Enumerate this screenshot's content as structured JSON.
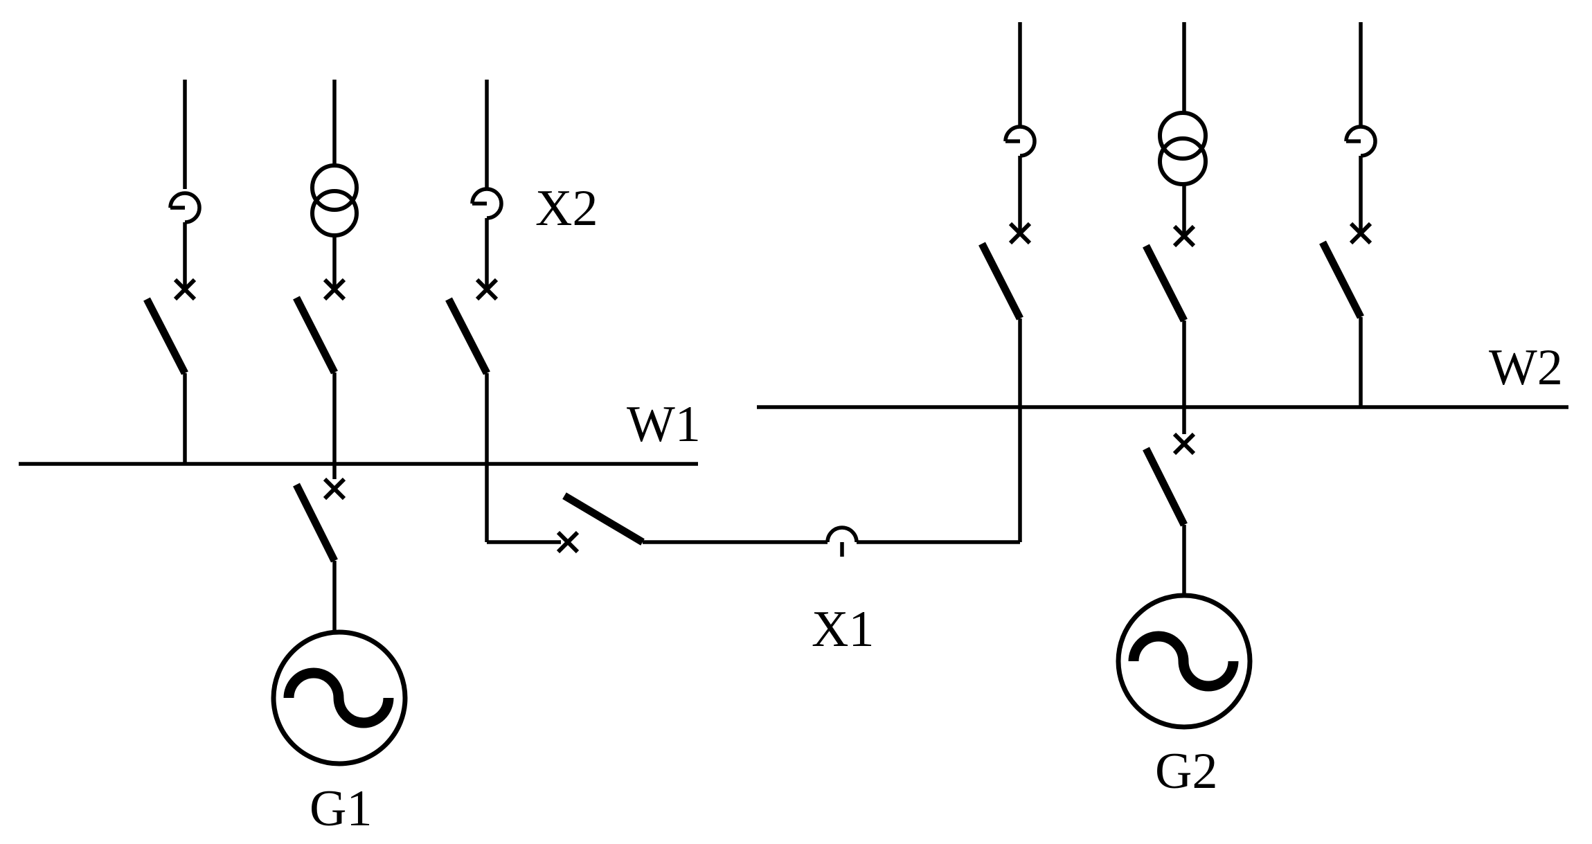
{
  "labels": {
    "bus1": "W1",
    "bus2": "W2",
    "gen1": "G1",
    "gen2": "G2",
    "reactor_x1": "X1",
    "reactor_x2": "X2"
  }
}
